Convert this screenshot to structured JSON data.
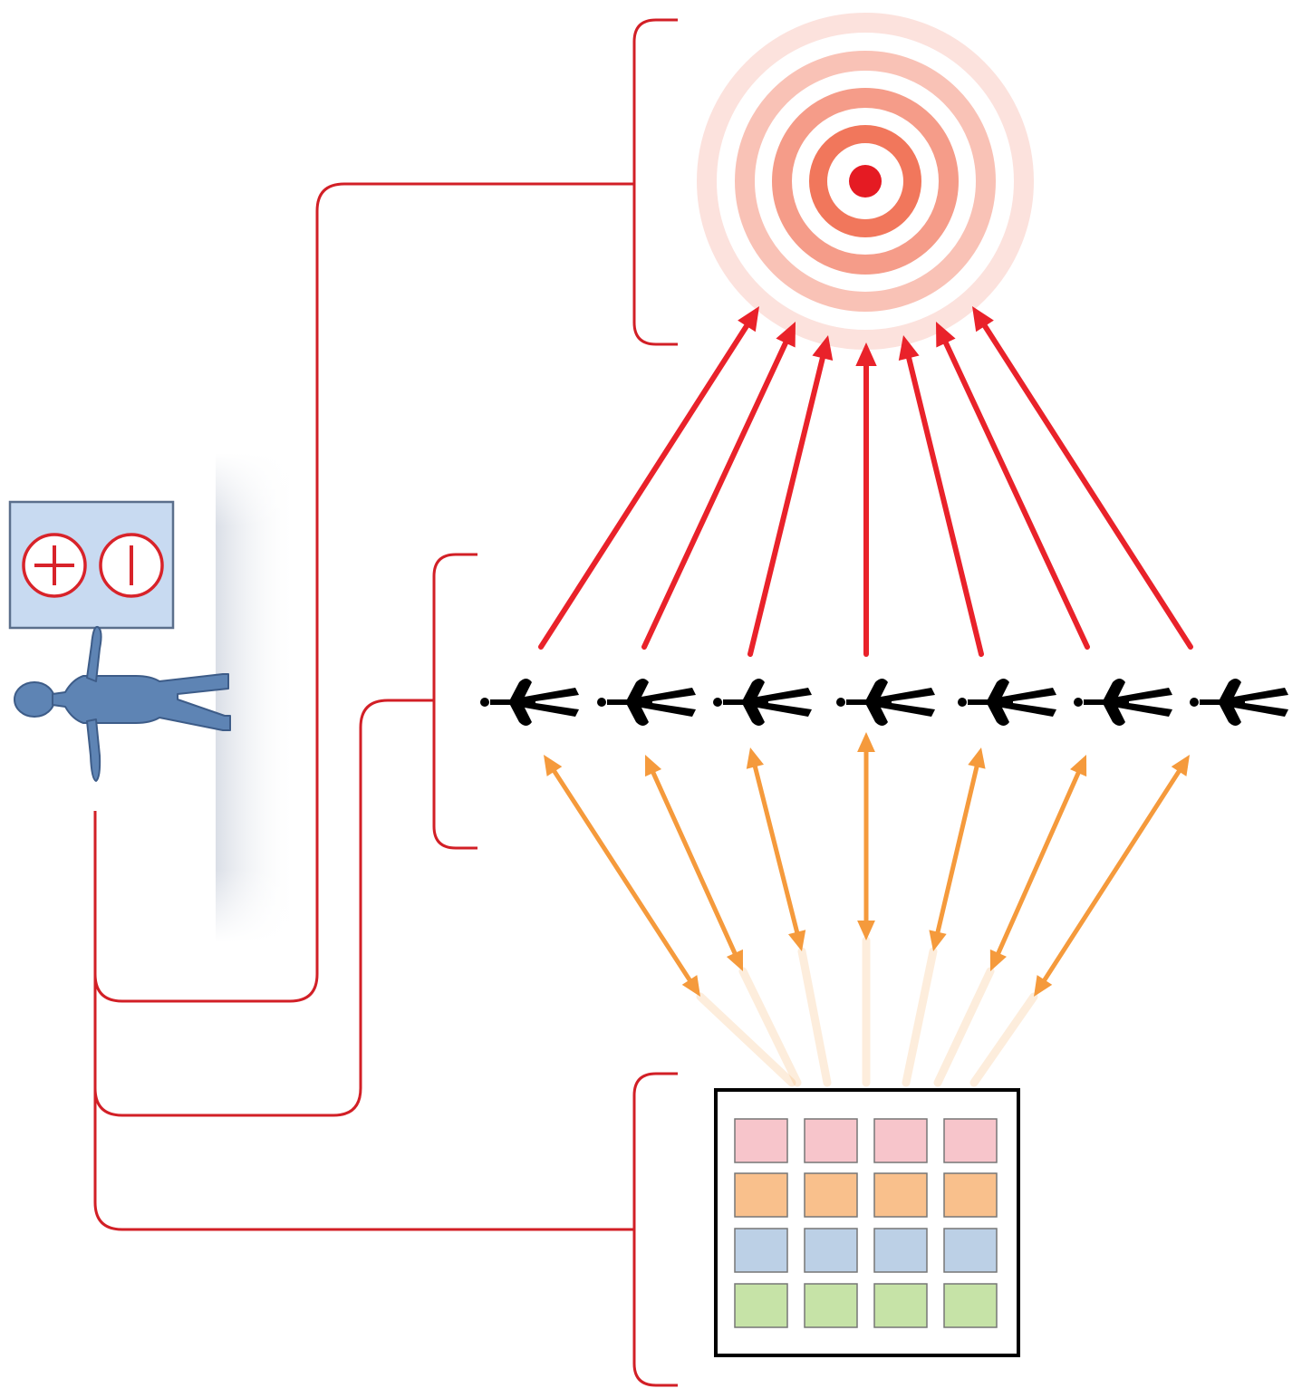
{
  "colors": {
    "connector": "#d21f26",
    "target_ring": "#ef5f40",
    "target_center": "#e51b23",
    "arrow_up": "#e9222a",
    "arrow_double": "#f59a3c",
    "panel_fill": "#c8daf1",
    "panel_stroke": "#5b6f8c",
    "figure_fill": "#5e84b4",
    "figure_stroke": "#3d5c88",
    "symbol_red": "#d8232a"
  },
  "icons": {
    "patient": "human-figure-icon",
    "control_panel": "plus-minus-panel-icon",
    "plus": "plus-icon",
    "minus": "minus-icon",
    "target": "bullseye-target-icon",
    "agents": "molecule-icon",
    "receptor_array": "grid-array-icon"
  },
  "diagram": {
    "arrow_count": 7,
    "agent_count": 7,
    "grid": {
      "rows": 4,
      "cols": 4,
      "row_colors": [
        "#f7c5cb",
        "#f9c08c",
        "#bcd0e6",
        "#c6e3a7"
      ],
      "cell_stroke": "#777777"
    }
  }
}
